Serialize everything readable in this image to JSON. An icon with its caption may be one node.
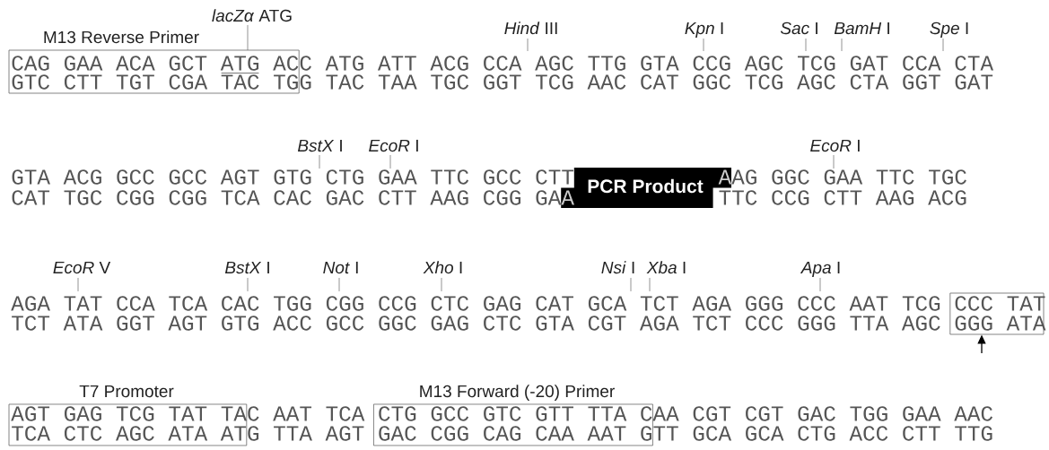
{
  "diagram": {
    "nodes": [
      {
        "text": [
          "M13 Reverse Primer"
        ]
      },
      {
        "text": [
          "PCR Product"
        ]
      },
      {
        "text": [],
        "shape": "box"
      },
      {
        "text": [
          "T7 Promoter"
        ]
      },
      {
        "text": [
          "M13 Forward (-20) Primer"
        ]
      }
    ],
    "edges": [
      {
        "from": null,
        "to": 2,
        "arrow": "to"
      }
    ],
    "labels": [
      "*lacZα* ATG",
      "*Hind* III",
      "*Kpn* I",
      "*Sac* I",
      "*BamH* I",
      "*Spe* I",
      "CAG GAA ACA GCT ATG ACC ATG ATT ACG CCA AGC TTG GTA CCG AGC TCG GAT CCA CTA",
      "GTC CTT TGT CGA TAC TGG TAC TAA TGC GGT TCG AAC CAT GGC TCG AGC CTA GGT GAT",
      "*BstX* I",
      "*EcoR* I",
      "*EcoR* I",
      "GTA ACG GCC GCC AGT GTG CTG GAA TTC GCC CTT",
      "A",
      "AG GGC GAA TTC TGC",
      "CAT TGC CGG CGG TCA CAC GAC CTT AAG CGG GA",
      "A",
      "TTC CCG CTT AAG ACG",
      "*EcoR* V",
      "*BstX* I",
      "*Not* I",
      "*Xho* I",
      "*Nsi* I",
      "*Xba* I",
      "*Apa* I",
      "AGA TAT CCA TCA CAC TGG CGG CCG CTC GAG CAT GCA TCT AGA GGG CCC AAT TCG CCC TAT",
      "TCT ATA GGT AGT GTG ACC GCC GGC GAG CTC GTA CGT AGA TCT CCC GGG TTA AGC GGG ATA",
      "AGT GAG TCG TAT TAC AAT TCA CTG GCC GTC GTT TTA CAA CGT CGT GAC TGG GAA AAC",
      "TCA CTC AGC ATA ATG TTA AGT GAC CGG CAG CAA AAT GTT GCA GCA CTG ACC CTT TTG"
    ]
  }
}
